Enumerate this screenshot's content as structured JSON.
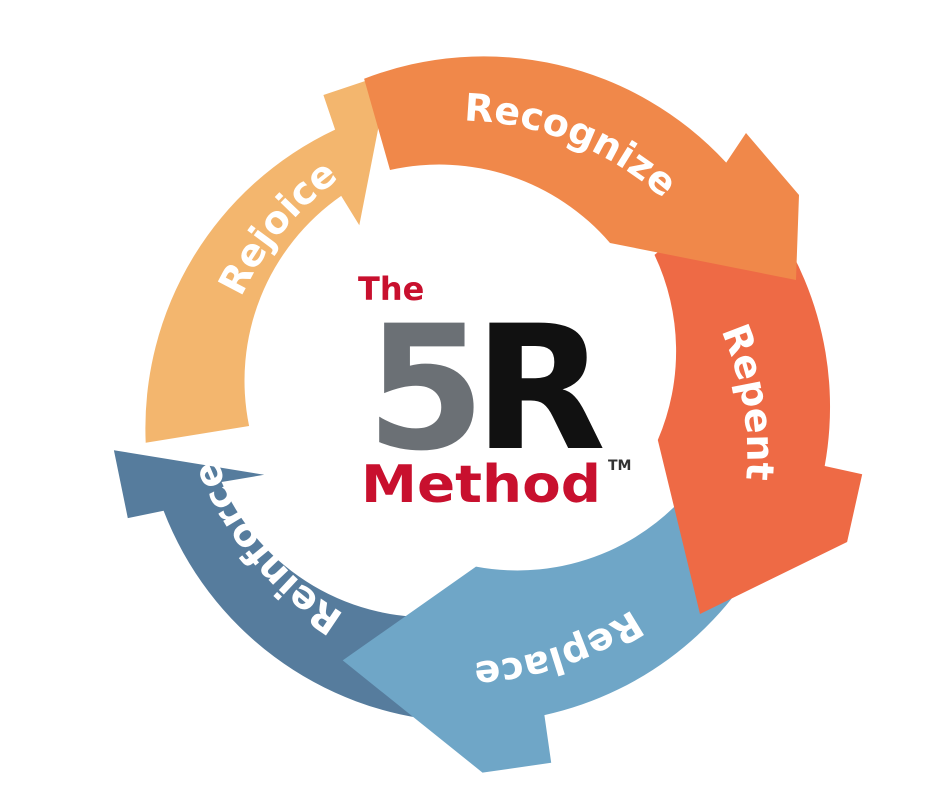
{
  "logo": {
    "the": "The",
    "five_r": "5R",
    "method": "Method",
    "trademark": "TM"
  },
  "colors": {
    "recognize": "#F0884A",
    "repent": "#EE6A45",
    "replace": "#6FA6C7",
    "reinforce": "#567C9D",
    "rejoice": "#F3B66E",
    "logo_red": "#C8102E",
    "logo_gray": "#6B7075",
    "logo_black": "#111111"
  },
  "segments": [
    {
      "id": "recognize",
      "label": "Recognize"
    },
    {
      "id": "repent",
      "label": "Repent"
    },
    {
      "id": "replace",
      "label": "Replace"
    },
    {
      "id": "reinforce",
      "label": "Reinforce"
    },
    {
      "id": "rejoice",
      "label": "Rejoice"
    }
  ]
}
